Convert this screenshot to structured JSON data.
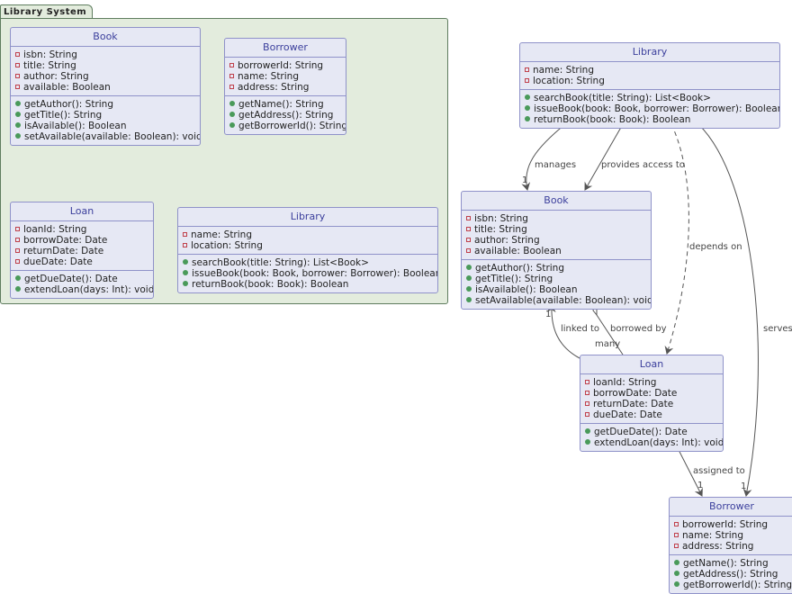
{
  "package": {
    "name": "Library System"
  },
  "classes": [
    {
      "id": "pkg-book",
      "name": "Book",
      "attributes": [
        "isbn: String",
        "title: String",
        "author: String",
        "available: Boolean"
      ],
      "methods": [
        "getAuthor(): String",
        "getTitle(): String",
        "isAvailable(): Boolean",
        "setAvailable(available: Boolean): void"
      ]
    },
    {
      "id": "pkg-borrower",
      "name": "Borrower",
      "attributes": [
        "borrowerId: String",
        "name: String",
        "address: String"
      ],
      "methods": [
        "getName(): String",
        "getAddress(): String",
        "getBorrowerId(): String"
      ]
    },
    {
      "id": "pkg-loan",
      "name": "Loan",
      "attributes": [
        "loanId: String",
        "borrowDate: Date",
        "returnDate: Date",
        "dueDate: Date"
      ],
      "methods": [
        "getDueDate(): Date",
        "extendLoan(days: Int): void"
      ]
    },
    {
      "id": "pkg-library",
      "name": "Library",
      "attributes": [
        "name: String",
        "location: String"
      ],
      "methods": [
        "searchBook(title: String): List<Book>",
        "issueBook(book: Book, borrower: Borrower): Boolean",
        "returnBook(book: Book): Boolean"
      ]
    },
    {
      "id": "library",
      "name": "Library",
      "attributes": [
        "name: String",
        "location: String"
      ],
      "methods": [
        "searchBook(title: String): List<Book>",
        "issueBook(book: Book, borrower: Borrower): Boolean",
        "returnBook(book: Book): Boolean"
      ]
    },
    {
      "id": "book",
      "name": "Book",
      "attributes": [
        "isbn: String",
        "title: String",
        "author: String",
        "available: Boolean"
      ],
      "methods": [
        "getAuthor(): String",
        "getTitle(): String",
        "isAvailable(): Boolean",
        "setAvailable(available: Boolean): void"
      ]
    },
    {
      "id": "loan",
      "name": "Loan",
      "attributes": [
        "loanId: String",
        "borrowDate: Date",
        "returnDate: Date",
        "dueDate: Date"
      ],
      "methods": [
        "getDueDate(): Date",
        "extendLoan(days: Int): void"
      ]
    },
    {
      "id": "borrower",
      "name": "Borrower",
      "attributes": [
        "borrowerId: String",
        "name: String",
        "address: String"
      ],
      "methods": [
        "getName(): String",
        "getAddress(): String",
        "getBorrowerId(): String"
      ]
    }
  ],
  "relations": [
    {
      "id": "manages",
      "from": "Library",
      "to": "Book",
      "label": "manages",
      "multiplicity": "1",
      "style": "arrow"
    },
    {
      "id": "provides",
      "from": "Library",
      "to": "Book",
      "label": "provides access to",
      "style": "arrow"
    },
    {
      "id": "depends",
      "from": "Library",
      "to": "Loan",
      "label": "depends on",
      "style": "dashed-arrow"
    },
    {
      "id": "serves",
      "from": "Library",
      "to": "Borrower",
      "label": "serves",
      "multiplicity": "1",
      "style": "arrow"
    },
    {
      "id": "linked",
      "from": "Loan",
      "to": "Book",
      "label": "linked to",
      "multiplicity": "1",
      "style": "arrow"
    },
    {
      "id": "borrowed",
      "from": "Loan",
      "to": "Book",
      "label": "borrowed by",
      "multiplicity": "many",
      "style": "aggregation"
    },
    {
      "id": "assigned",
      "from": "Loan",
      "to": "Borrower",
      "label": "assigned to",
      "multiplicity": "1",
      "style": "arrow"
    }
  ]
}
